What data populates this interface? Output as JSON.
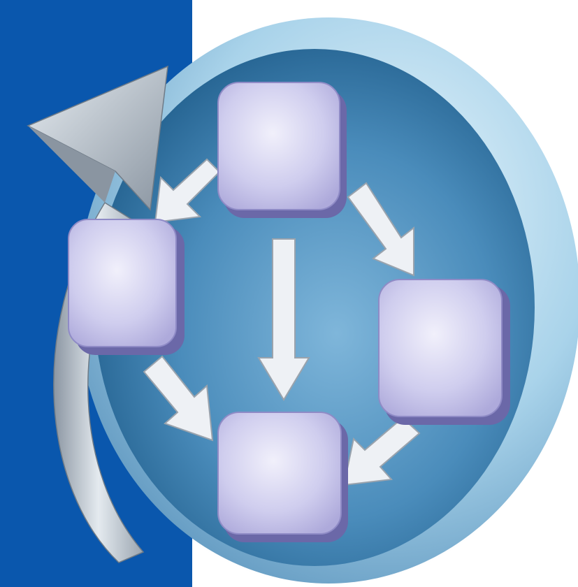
{
  "colors": {
    "panel": "#0a57ad",
    "background": "#ffffff",
    "disc_rim_light": "#d4ecf8",
    "disc_rim_mid": "#8fc3e0",
    "disc_rim_dark": "#4a86b1",
    "disc_face_dark": "#1f5784",
    "disc_face_mid": "#3a7eae",
    "disc_face_light": "#6aa6cf",
    "node_face_light": "#e9e7f8",
    "node_face": "#c6c3e9",
    "node_side": "#7c79b7",
    "node_side_dark": "#5f5c9c",
    "arrow_face": "#eef1f5",
    "arrow_side": "#9aa3ad",
    "cycle_arrow_light": "#dde4ea",
    "cycle_arrow_dark": "#7d8894"
  },
  "diagram": {
    "nodes": [
      {
        "id": "top",
        "icon": "rounded-square-block"
      },
      {
        "id": "left",
        "icon": "rounded-square-block"
      },
      {
        "id": "right",
        "icon": "rounded-square-block"
      },
      {
        "id": "bottom",
        "icon": "rounded-square-block"
      }
    ],
    "edges": [
      {
        "from": "top",
        "to": "left"
      },
      {
        "from": "top",
        "to": "right"
      },
      {
        "from": "top",
        "to": "bottom"
      },
      {
        "from": "left",
        "to": "bottom"
      },
      {
        "from": "right",
        "to": "bottom"
      }
    ],
    "cycle_arrow": {
      "direction": "counterclockwise-up",
      "icon": "curved-return-arrow"
    }
  }
}
